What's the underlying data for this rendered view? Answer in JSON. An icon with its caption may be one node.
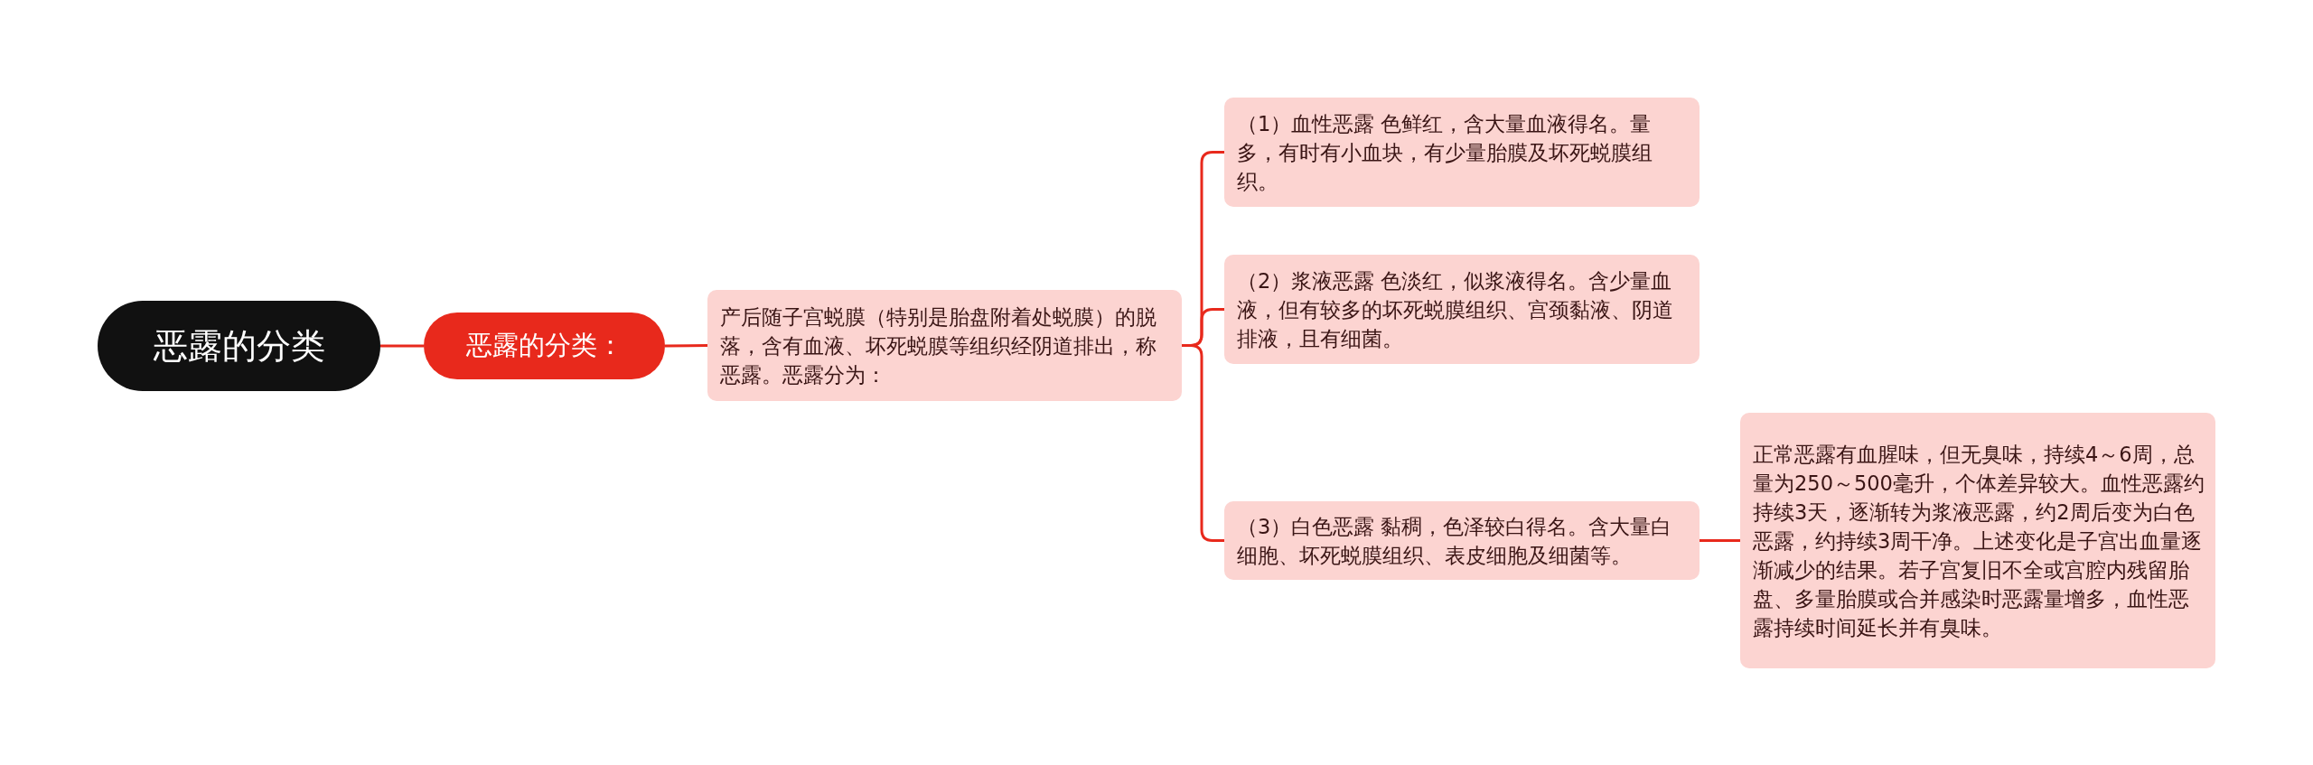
{
  "diagram": {
    "nodes": [
      {
        "text": [
          "恶露的分类"
        ]
      },
      {
        "text": [
          "恶露的分类："
        ]
      },
      {
        "text": [
          "产后随子宫蜕膜（特别是胎盘附着处蜕膜）的脱落，含有血液、坏死蜕膜等组织经阴道排出，称恶露。恶露分为："
        ]
      },
      {
        "text": [
          "（1）血性恶露 色鲜红，含大量血液得名。量多，有时有小血块，有少量胎膜及坏死蜕膜组织。"
        ]
      },
      {
        "text": [
          "（2）浆液恶露 色淡红，似浆液得名。含少量血液，但有较多的坏死蜕膜组织、宫颈黏液、阴道排液，且有细菌。"
        ]
      },
      {
        "text": [
          "（3）白色恶露 黏稠，色泽较白得名。含大量白细胞、坏死蜕膜组织、表皮细胞及细菌等。"
        ]
      },
      {
        "text": [
          "正常恶露有血腥味，但无臭味，持续4～6周，总量为250～500毫升，个体差异较大。血性恶露约持续3天，逐渐转为浆液恶露，约2周后变为白色恶露，约持续3周干净。上述变化是子宫出血量逐渐减少的结果。若子宫复旧不全或宫腔内残留胎盘、多量胎膜或合并感染时恶露量增多，血性恶露持续时间延长并有臭味。"
        ]
      }
    ],
    "edges": [
      {
        "from": 0,
        "to": 1,
        "arrow": "none"
      },
      {
        "from": 1,
        "to": 2,
        "arrow": "none"
      },
      {
        "from": 2,
        "to": 3,
        "arrow": "none"
      },
      {
        "from": 2,
        "to": 4,
        "arrow": "none"
      },
      {
        "from": 2,
        "to": 5,
        "arrow": "none"
      },
      {
        "from": 5,
        "to": 6,
        "arrow": "none"
      }
    ]
  }
}
